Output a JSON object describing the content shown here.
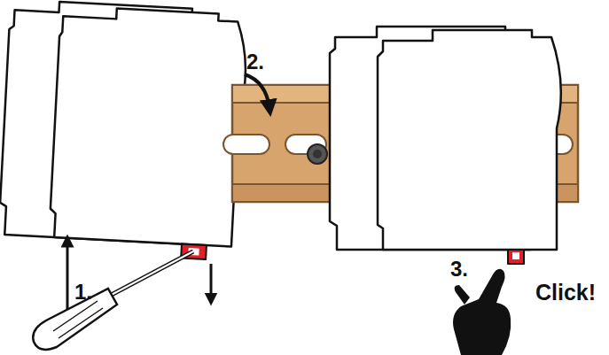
{
  "diagram": {
    "labels": [
      "1.",
      "2.",
      "3.",
      "Click!"
    ]
  }
}
